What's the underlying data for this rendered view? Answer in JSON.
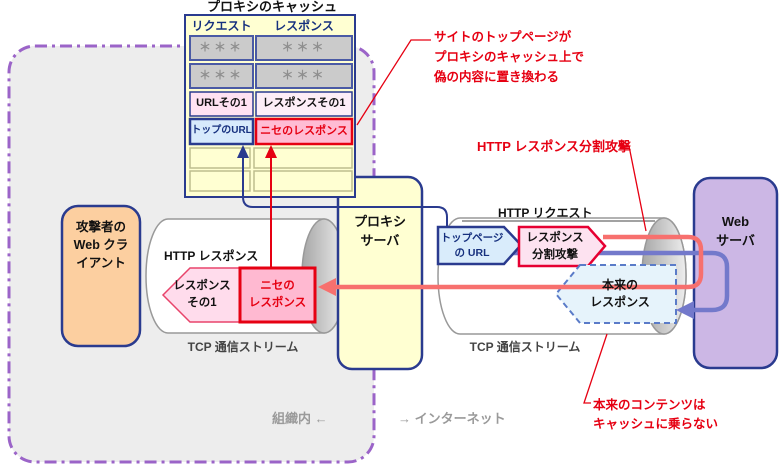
{
  "title": "プロキシのキャッシュ",
  "colors": {
    "accent_red": "#e60012",
    "flow_red": "#f7706e",
    "flow_blue": "#7379cb",
    "navy_border": "#2a3b8f",
    "org_boundary_purple": "#9b64c8",
    "org_region_gray": "#ededed",
    "box_yellow": "#ffffd2",
    "web_server_purple": "#ccb7e5",
    "attacker_peach": "#fccfa0",
    "fake_pink": "#ffbcd4"
  },
  "cache": {
    "title": "プロキシのキャッシュ",
    "col_request": "リクエスト",
    "col_response": "レスポンス",
    "rows": [
      {
        "request": "＊＊＊",
        "response": "＊＊＊"
      },
      {
        "request": "＊＊＊",
        "response": "＊＊＊"
      },
      {
        "request": "URLその1",
        "response": "レスポンスその1"
      },
      {
        "request": "トップのURL",
        "response": "ニセのレスポンス"
      }
    ]
  },
  "nodes": {
    "attacker": "攻撃者の\nWeb クラ\nイアント",
    "proxy": "プロキシ\nサーバ",
    "web_server": "Web\nサーバ"
  },
  "left_stream": {
    "label": "TCP 通信ストリーム",
    "http_label": "HTTP レスポンス",
    "response1": "レスポンス\nその1",
    "fake_response": "ニセの\nレスポンス"
  },
  "right_stream": {
    "label": "TCP 通信ストリーム",
    "http_label": "HTTP リクエスト",
    "top_url": "トップページ\nの URL",
    "split_attack": "レスポンス\n分割攻撃",
    "original_response": "本来の\nレスポンス"
  },
  "annotations": {
    "cache_poisoned": "サイトのトップページが\nプロキシのキャッシュ上で\n偽の内容に置き換わる",
    "attack_title": "HTTP レスポンス分割攻撃",
    "not_cached": "本来のコンテンツは\nキャッシュに乗らない",
    "inside_org": "組織内 ←",
    "internet": "→ インターネット"
  }
}
